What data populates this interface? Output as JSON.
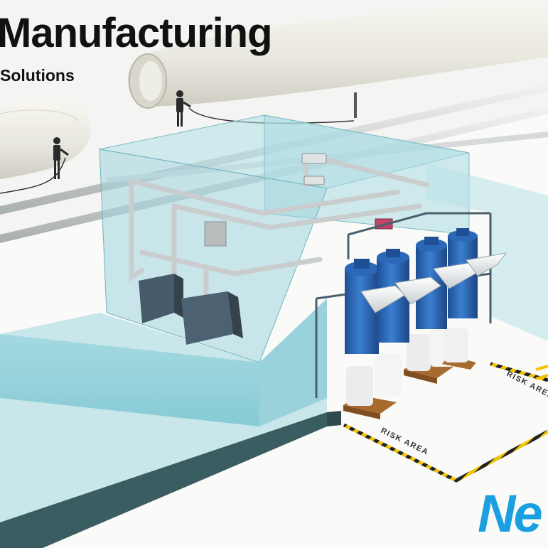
{
  "header": {
    "title": "Manufacturing",
    "subtitle": "Solutions"
  },
  "floor": {
    "zone_label_front": "RISK AREA",
    "zone_label_side": "RISK AREA"
  },
  "brand": {
    "logo_text": "Ne",
    "logo_color": "#1aa0e0"
  },
  "colors": {
    "enclosure_glass": "#7fc7d3",
    "enclosure_edge": "#4f9aa6",
    "machine_blue": "#2b68b8",
    "hazard_yellow": "#f2c400",
    "pallet_wood": "#a86b2f",
    "blade_white": "#ecebe3"
  }
}
